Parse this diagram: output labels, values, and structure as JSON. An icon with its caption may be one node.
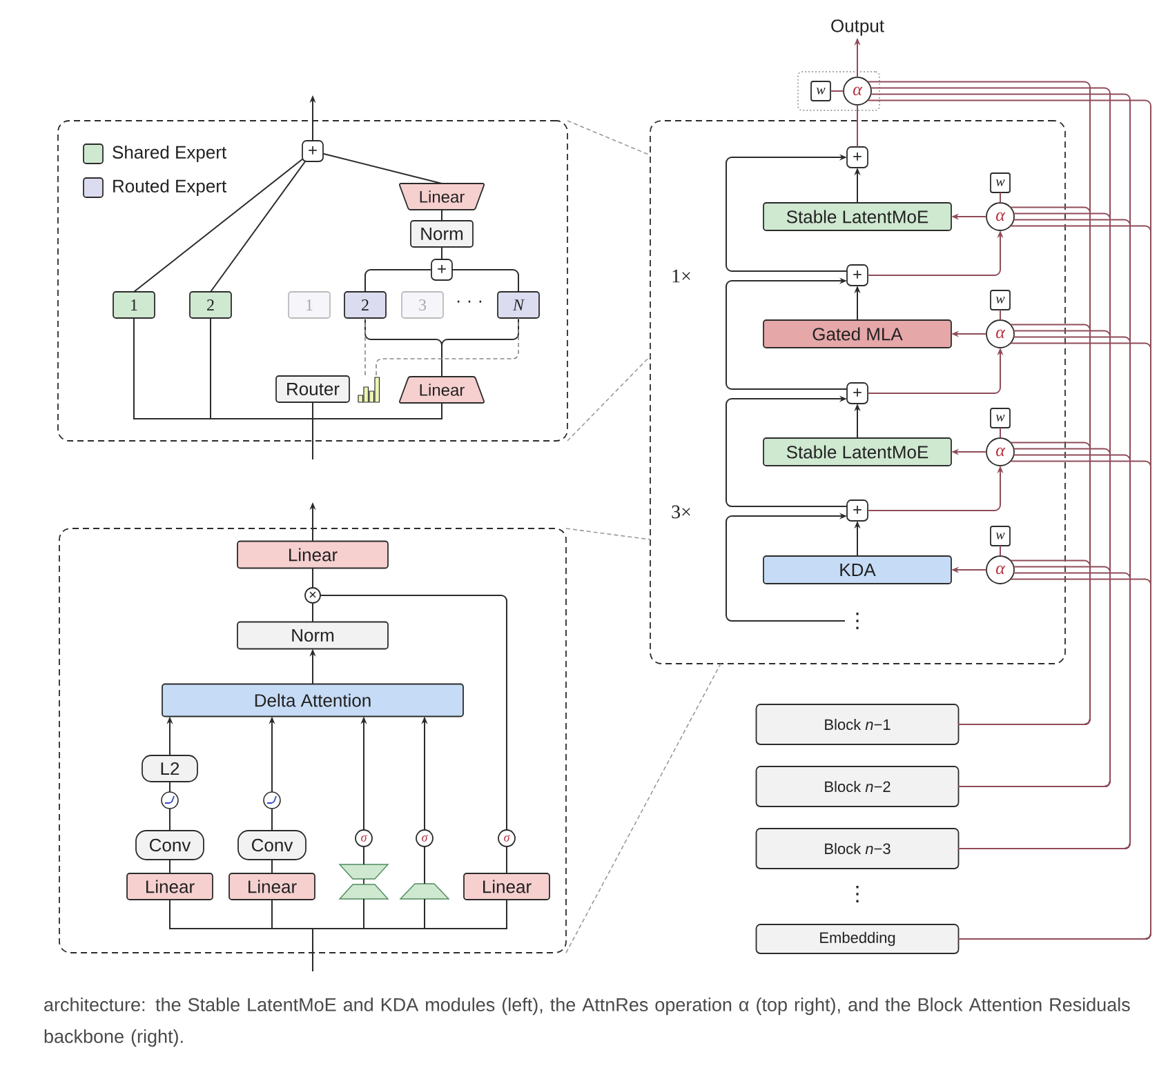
{
  "diagram": {
    "caption": "architecture: the Stable LatentMoE and KDA modules (left), the AttnRes operation α (top right), and the Block Attention Residuals backbone (right).",
    "nodes": [
      {
        "text": [],
        "shape": "box"
      },
      {
        "text": [
          "+"
        ],
        "in": 0
      },
      {
        "text": [
          "Linear"
        ],
        "in": 0
      },
      {
        "text": [
          "Norm"
        ],
        "in": 0
      },
      {
        "text": [
          "+"
        ],
        "in": 0
      },
      {
        "text": [
          "1"
        ],
        "in": 0
      },
      {
        "text": [
          "2"
        ],
        "in": 0
      },
      {
        "text": [
          "1"
        ],
        "in": 0
      },
      {
        "text": [
          "2"
        ],
        "in": 0
      },
      {
        "text": [
          "3"
        ],
        "in": 0
      },
      {
        "text": [
          "N"
        ],
        "in": 0
      },
      {
        "text": [
          "Router"
        ],
        "in": 0
      },
      {
        "text": [],
        "shape": "bar",
        "in": 0
      },
      {
        "text": [
          "Linear"
        ],
        "in": 0
      },
      {
        "text": [],
        "shape": "box"
      },
      {
        "text": [
          "Linear"
        ],
        "in": 14
      },
      {
        "text": [
          "×"
        ],
        "in": 14
      },
      {
        "text": [
          "Norm"
        ],
        "in": 14
      },
      {
        "text": [
          "Delta Attention"
        ],
        "in": 14
      },
      {
        "text": [
          "L2"
        ],
        "in": 14
      },
      {
        "text": [],
        "shape": "circle",
        "in": 14
      },
      {
        "text": [],
        "shape": "circle",
        "in": 14
      },
      {
        "text": [
          "Conv"
        ],
        "in": 14
      },
      {
        "text": [
          "Conv"
        ],
        "in": 14
      },
      {
        "text": [
          "σ"
        ],
        "in": 14
      },
      {
        "text": [
          "σ"
        ],
        "in": 14
      },
      {
        "text": [
          "σ"
        ],
        "in": 14
      },
      {
        "text": [],
        "shape": "hourglass",
        "in": 14
      },
      {
        "text": [],
        "shape": "trapezoid",
        "in": 14
      },
      {
        "text": [
          "Linear"
        ],
        "in": 14
      },
      {
        "text": [
          "Linear"
        ],
        "in": 14
      },
      {
        "text": [
          "Linear"
        ],
        "in": 14
      },
      {
        "text": [
          "Output"
        ]
      },
      {
        "text": [],
        "shape": "box"
      },
      {
        "text": [
          "w"
        ],
        "in": 33
      },
      {
        "text": [
          "α"
        ],
        "in": 33
      },
      {
        "text": [],
        "shape": "box"
      },
      {
        "text": [
          "+"
        ],
        "in": 36
      },
      {
        "text": [
          "w"
        ],
        "in": 36
      },
      {
        "text": [
          "Stable LatentMoE"
        ],
        "in": 36
      },
      {
        "text": [
          "α"
        ],
        "in": 36
      },
      {
        "text": [
          "+"
        ],
        "in": 36
      },
      {
        "text": [
          "w"
        ],
        "in": 36
      },
      {
        "text": [
          "Gated MLA"
        ],
        "in": 36
      },
      {
        "text": [
          "α"
        ],
        "in": 36
      },
      {
        "text": [
          "+"
        ],
        "in": 36
      },
      {
        "text": [
          "w"
        ],
        "in": 36
      },
      {
        "text": [
          "Stable LatentMoE"
        ],
        "in": 36
      },
      {
        "text": [
          "α"
        ],
        "in": 36
      },
      {
        "text": [
          "+"
        ],
        "in": 36
      },
      {
        "text": [
          "w"
        ],
        "in": 36
      },
      {
        "text": [
          "KDA"
        ],
        "in": 36
      },
      {
        "text": [
          "α"
        ],
        "in": 36
      },
      {
        "text": [
          "Block *n*−1"
        ]
      },
      {
        "text": [
          "Block *n*−2"
        ]
      },
      {
        "text": [
          "Block *n*−3"
        ]
      },
      {
        "text": [
          "Embedding"
        ]
      },
      {
        "text": [
          "⋮"
        ],
        "in": 36
      }
    ],
    "edges": [
      {
        "from": 5,
        "to": 1,
        "arrow": "none"
      },
      {
        "from": 6,
        "to": 1,
        "arrow": "none"
      },
      {
        "from": 2,
        "to": 1,
        "arrow": "none"
      },
      {
        "from": 1,
        "to": null,
        "arrow": "to"
      },
      {
        "from": null,
        "to": 5,
        "arrow": "none"
      },
      {
        "from": null,
        "to": 6,
        "arrow": "none"
      },
      {
        "from": null,
        "to": 11,
        "arrow": "none"
      },
      {
        "from": null,
        "to": 13,
        "arrow": "none"
      },
      {
        "from": 13,
        "to": 8,
        "arrow": "none"
      },
      {
        "from": 13,
        "to": 10,
        "arrow": "none"
      },
      {
        "from": 8,
        "to": 4,
        "arrow": "none"
      },
      {
        "from": 10,
        "to": 4,
        "arrow": "none"
      },
      {
        "from": 4,
        "to": 3,
        "arrow": "none"
      },
      {
        "from": 3,
        "to": 2,
        "arrow": "none"
      },
      {
        "from": 12,
        "to": 8,
        "arrow": "none",
        "style": "dashed",
        "color": "#888888"
      },
      {
        "from": 12,
        "to": 10,
        "arrow": "none",
        "style": "dashed",
        "color": "#888888"
      },
      {
        "from": 0,
        "to": 36,
        "arrow": "none",
        "style": "dashed",
        "color": "#999999"
      },
      {
        "from": 0,
        "to": 36,
        "arrow": "none",
        "style": "dashed",
        "color": "#999999"
      },
      {
        "from": 14,
        "to": 36,
        "arrow": "none",
        "style": "dashed",
        "color": "#999999"
      },
      {
        "from": 14,
        "to": 36,
        "arrow": "none",
        "style": "dashed",
        "color": "#999999"
      },
      {
        "from": null,
        "to": 29,
        "arrow": "none"
      },
      {
        "from": 29,
        "to": 22,
        "arrow": "none"
      },
      {
        "from": 22,
        "to": 20,
        "arrow": "none"
      },
      {
        "from": 20,
        "to": 19,
        "arrow": "none"
      },
      {
        "from": 19,
        "to": 18,
        "arrow": "to"
      },
      {
        "from": null,
        "to": 30,
        "arrow": "none"
      },
      {
        "from": 30,
        "to": 23,
        "arrow": "none"
      },
      {
        "from": 23,
        "to": 21,
        "arrow": "none"
      },
      {
        "from": 21,
        "to": 18,
        "arrow": "to"
      },
      {
        "from": null,
        "to": 27,
        "arrow": "none"
      },
      {
        "from": 27,
        "to": 24,
        "arrow": "none"
      },
      {
        "from": 24,
        "to": 18,
        "arrow": "to"
      },
      {
        "from": null,
        "to": 28,
        "arrow": "none"
      },
      {
        "from": 28,
        "to": 25,
        "arrow": "none"
      },
      {
        "from": 25,
        "to": 18,
        "arrow": "to"
      },
      {
        "from": null,
        "to": 31,
        "arrow": "none"
      },
      {
        "from": 31,
        "to": 26,
        "arrow": "none"
      },
      {
        "from": 26,
        "to": 16,
        "arrow": "none"
      },
      {
        "from": 18,
        "to": 17,
        "arrow": "to"
      },
      {
        "from": 17,
        "to": 16,
        "arrow": "none"
      },
      {
        "from": 16,
        "to": 15,
        "arrow": "none"
      },
      {
        "from": 15,
        "to": null,
        "arrow": "to"
      },
      {
        "from": 35,
        "to": 32,
        "arrow": "to",
        "color": "#8f4b58"
      },
      {
        "from": 34,
        "to": 35,
        "arrow": "none",
        "color": "#8f4b58"
      },
      {
        "from": 37,
        "to": 35,
        "arrow": "none",
        "color": "#8f4b58"
      },
      {
        "from": 39,
        "to": 37,
        "arrow": "to"
      },
      {
        "from": 41,
        "to": 37,
        "arrow": "to"
      },
      {
        "from": 41,
        "to": 40,
        "arrow": "to",
        "color": "#8f4b58"
      },
      {
        "from": 40,
        "to": 39,
        "arrow": "to",
        "color": "#8f4b58"
      },
      {
        "from": 38,
        "to": 40,
        "arrow": "none",
        "color": "#8f4b58"
      },
      {
        "from": 43,
        "to": 41,
        "arrow": "to"
      },
      {
        "from": 45,
        "to": 41,
        "arrow": "to"
      },
      {
        "from": 45,
        "to": 44,
        "arrow": "to",
        "color": "#8f4b58"
      },
      {
        "from": 44,
        "to": 43,
        "arrow": "to",
        "color": "#8f4b58"
      },
      {
        "from": 42,
        "to": 44,
        "arrow": "none",
        "color": "#8f4b58"
      },
      {
        "from": 47,
        "to": 45,
        "arrow": "to"
      },
      {
        "from": 49,
        "to": 45,
        "arrow": "to"
      },
      {
        "from": 49,
        "to": 48,
        "arrow": "to",
        "color": "#8f4b58"
      },
      {
        "from": 48,
        "to": 47,
        "arrow": "to",
        "color": "#8f4b58"
      },
      {
        "from": 46,
        "to": 48,
        "arrow": "none",
        "color": "#8f4b58"
      },
      {
        "from": 51,
        "to": 49,
        "arrow": "to"
      },
      {
        "from": 57,
        "to": 49,
        "arrow": "to"
      },
      {
        "from": 52,
        "to": 51,
        "arrow": "to",
        "color": "#8f4b58"
      },
      {
        "from": 50,
        "to": 52,
        "arrow": "none",
        "color": "#8f4b58"
      },
      {
        "from": 53,
        "to": 35,
        "arrow": "none",
        "color": "#8f4b58"
      },
      {
        "from": 53,
        "to": 40,
        "arrow": "none",
        "color": "#8f4b58"
      },
      {
        "from": 53,
        "to": 44,
        "arrow": "none",
        "color": "#8f4b58"
      },
      {
        "from": 53,
        "to": 48,
        "arrow": "none",
        "color": "#8f4b58"
      },
      {
        "from": 53,
        "to": 52,
        "arrow": "none",
        "color": "#8f4b58"
      },
      {
        "from": 54,
        "to": 35,
        "arrow": "none",
        "color": "#8f4b58"
      },
      {
        "from": 54,
        "to": 40,
        "arrow": "none",
        "color": "#8f4b58"
      },
      {
        "from": 54,
        "to": 44,
        "arrow": "none",
        "color": "#8f4b58"
      },
      {
        "from": 54,
        "to": 48,
        "arrow": "none",
        "color": "#8f4b58"
      },
      {
        "from": 54,
        "to": 52,
        "arrow": "none",
        "color": "#8f4b58"
      },
      {
        "from": 55,
        "to": 35,
        "arrow": "none",
        "color": "#8f4b58"
      },
      {
        "from": 55,
        "to": 40,
        "arrow": "none",
        "color": "#8f4b58"
      },
      {
        "from": 55,
        "to": 44,
        "arrow": "none",
        "color": "#8f4b58"
      },
      {
        "from": 55,
        "to": 48,
        "arrow": "none",
        "color": "#8f4b58"
      },
      {
        "from": 55,
        "to": 52,
        "arrow": "none",
        "color": "#8f4b58"
      },
      {
        "from": 56,
        "to": 35,
        "arrow": "none",
        "color": "#8f4b58"
      },
      {
        "from": 56,
        "to": 40,
        "arrow": "none",
        "color": "#8f4b58"
      },
      {
        "from": 56,
        "to": 44,
        "arrow": "none",
        "color": "#8f4b58"
      },
      {
        "from": 56,
        "to": 48,
        "arrow": "none",
        "color": "#8f4b58"
      },
      {
        "from": 56,
        "to": 52,
        "arrow": "none",
        "color": "#8f4b58"
      }
    ],
    "labels": [
      "1×",
      "· · ·",
      "3×",
      "⋮"
    ],
    "legend": [
      {
        "text": "Shared Expert",
        "color": "#cfe8d0"
      },
      {
        "text": "Routed Expert",
        "color": "#dcdcf0"
      }
    ]
  }
}
